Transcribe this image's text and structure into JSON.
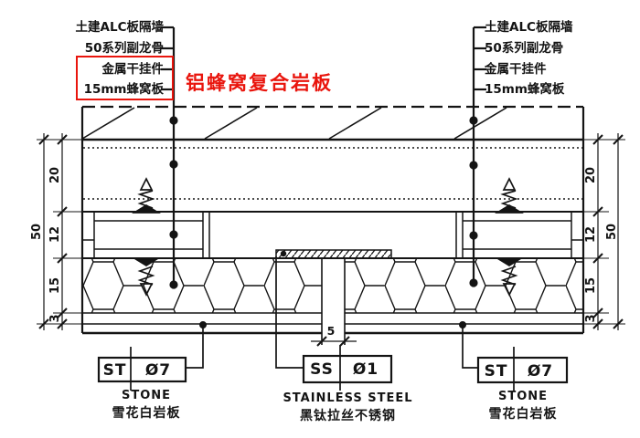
{
  "colors": {
    "accent_red": "#e9150d",
    "line": "#141414",
    "background": "#ffffff"
  },
  "title": {
    "text": "铝蜂窝复合岩板"
  },
  "callouts": {
    "left": [
      "土建ALC板隔墙",
      "50系列副龙骨",
      "金属干挂件",
      "15mm蜂窝板"
    ],
    "right": [
      "土建ALC板隔墙",
      "50系列副龙骨",
      "金属干挂件",
      "15mm蜂窝板"
    ]
  },
  "dimensions": {
    "left": {
      "total": "50",
      "segments": [
        "20",
        "12",
        "15",
        "3"
      ]
    },
    "right": {
      "total": "50",
      "segments": [
        "20",
        "12",
        "15",
        "3"
      ]
    },
    "joint_gap": "5"
  },
  "tags": {
    "left": {
      "code": "ST",
      "num": "Ø7",
      "material_en": "STONE",
      "material_zh": "雪花白岩板"
    },
    "center": {
      "code": "SS",
      "num": "Ø1",
      "material_en": "STAINLESS STEEL",
      "material_zh": "黑钛拉丝不锈钢"
    },
    "right": {
      "code": "ST",
      "num": "Ø7",
      "material_en": "STONE",
      "material_zh": "雪花白岩板"
    }
  }
}
